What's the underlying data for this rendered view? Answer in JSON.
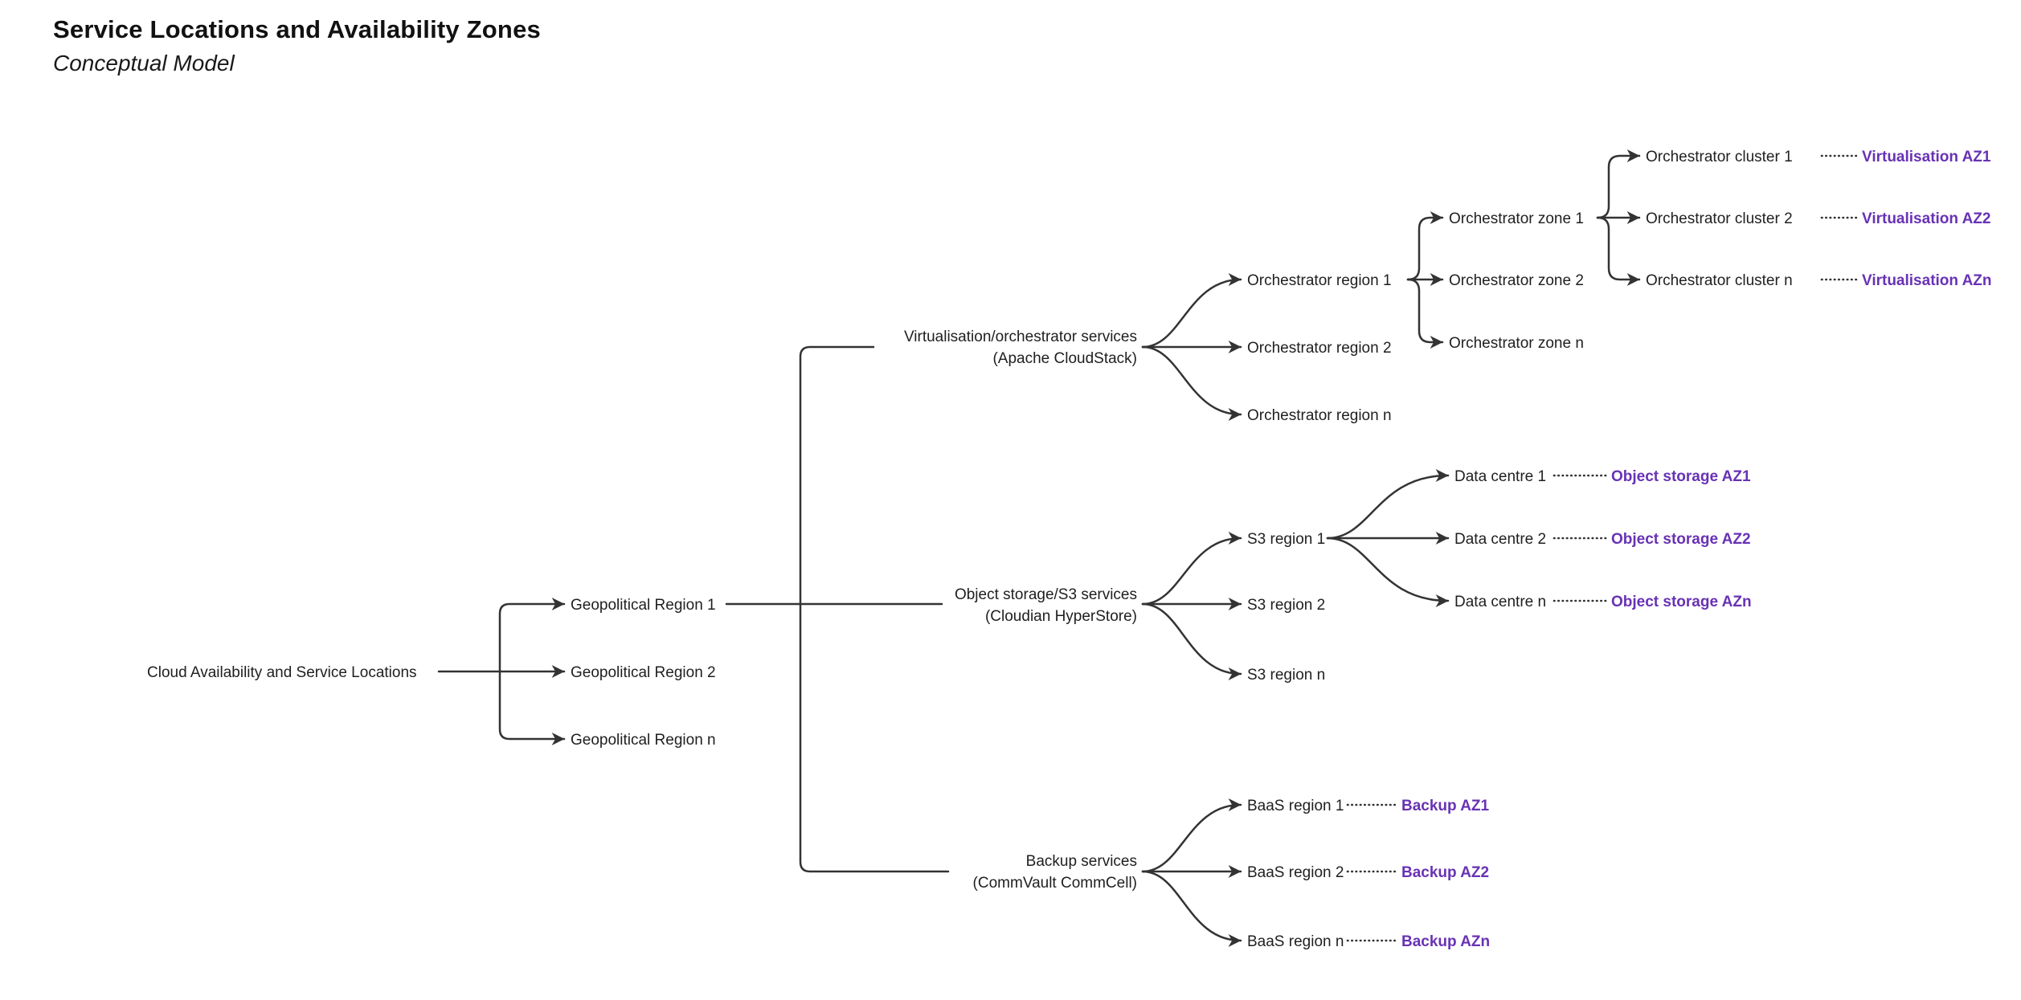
{
  "header": {
    "title": "Service Locations and Availability Zones",
    "subtitle": "Conceptual Model"
  },
  "colors": {
    "line": "#333333",
    "text": "#1f1f1f",
    "az_accent": "#6832b4"
  },
  "root": {
    "label": "Cloud Availability and Service Locations"
  },
  "geo_regions": [
    "Geopolitical Region 1",
    "Geopolitical Region 2",
    "Geopolitical Region n"
  ],
  "virtualisation": {
    "label_line1": "Virtualisation/orchestrator services",
    "label_line2": "(Apache CloudStack)",
    "regions": [
      "Orchestrator region 1",
      "Orchestrator region 2",
      "Orchestrator region n"
    ],
    "zones": [
      "Orchestrator zone 1",
      "Orchestrator zone 2",
      "Orchestrator zone n"
    ],
    "clusters": [
      {
        "label": "Orchestrator cluster 1",
        "az": "Virtualisation AZ1"
      },
      {
        "label": "Orchestrator cluster 2",
        "az": "Virtualisation AZ2"
      },
      {
        "label": "Orchestrator cluster n",
        "az": "Virtualisation AZn"
      }
    ]
  },
  "object_storage": {
    "label_line1": "Object storage/S3 services",
    "label_line2": "(Cloudian HyperStore)",
    "regions": [
      "S3 region 1",
      "S3 region 2",
      "S3 region n"
    ],
    "data_centres": [
      {
        "label": "Data centre 1",
        "az": "Object storage AZ1"
      },
      {
        "label": "Data centre 2",
        "az": "Object storage AZ2"
      },
      {
        "label": "Data centre n",
        "az": "Object storage AZn"
      }
    ]
  },
  "backup": {
    "label_line1": "Backup services",
    "label_line2": "(CommVault CommCell)",
    "regions": [
      {
        "label": "BaaS region 1",
        "az": "Backup AZ1"
      },
      {
        "label": "BaaS region 2",
        "az": "Backup AZ2"
      },
      {
        "label": "BaaS region n",
        "az": "Backup AZn"
      }
    ]
  }
}
